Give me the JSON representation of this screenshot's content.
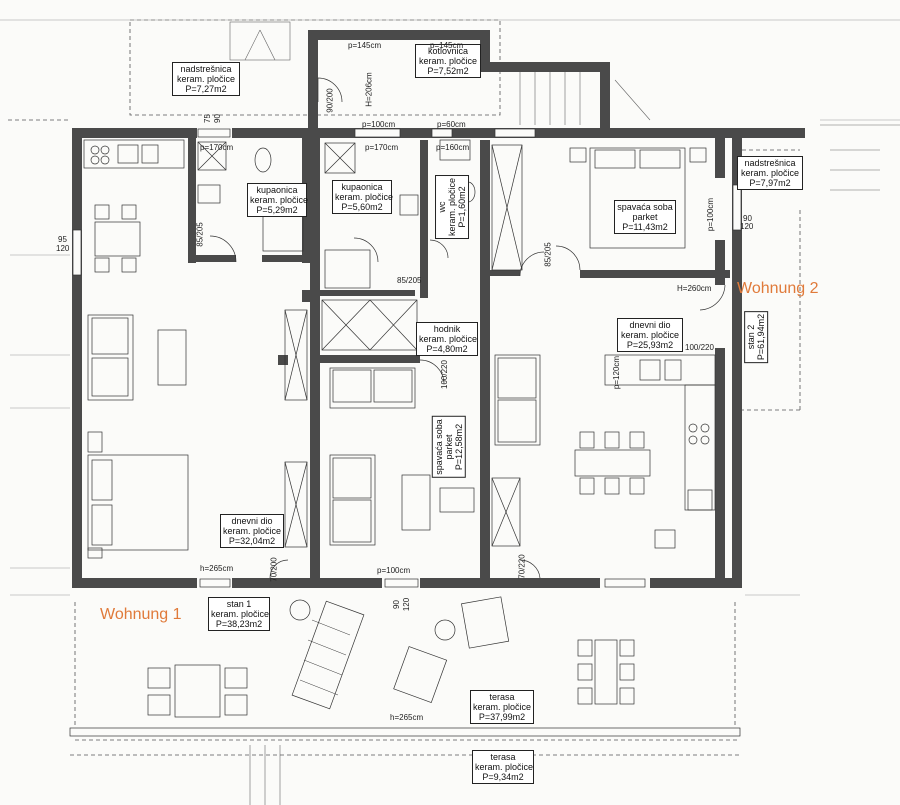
{
  "colors": {
    "wall": "#4a4a4a",
    "line": "#333333",
    "accent": "#e07a3a",
    "paper": "#fbfbf9"
  },
  "rooms": [
    {
      "id": "nadstresnica-left",
      "name": "nadstrešnica",
      "floor": "keram. pločice",
      "area": "P=7,27m2"
    },
    {
      "id": "kotlovnica",
      "name": "kotlovnica",
      "floor": "keram. pločice",
      "area": "P=7,52m2"
    },
    {
      "id": "kupaonica-1",
      "name": "kupaonica",
      "floor": "keram. pločice",
      "area": "P=5,29m2"
    },
    {
      "id": "kupaonica-2",
      "name": "kupaonica",
      "floor": "keram. pločice",
      "area": "P=5,60m2"
    },
    {
      "id": "wc",
      "name": "wc",
      "floor": "keram. pločice",
      "area": "P=1,60m2"
    },
    {
      "id": "spavaca-soba-1",
      "name": "spavaća soba",
      "floor": "parket",
      "area": "P=11,43m2"
    },
    {
      "id": "nadstresnica-right",
      "name": "nadstrešnica",
      "floor": "keram. pločice",
      "area": "P=7,97m2"
    },
    {
      "id": "hodnik",
      "name": "hodnik",
      "floor": "keram. pločice",
      "area": "P=4,80m2"
    },
    {
      "id": "dnevni-dio-2",
      "name": "dnevni dio",
      "floor": "keram. pločice",
      "area": "P=25,93m2"
    },
    {
      "id": "stan-2",
      "name": "stan 2",
      "floor": "",
      "area": "P=61,94m2"
    },
    {
      "id": "spavaca-soba-2",
      "name": "spavaća soba",
      "floor": "parket",
      "area": "P=12,58m2"
    },
    {
      "id": "dnevni-dio-1",
      "name": "dnevni dio",
      "floor": "keram. pločice",
      "area": "P=32,04m2"
    },
    {
      "id": "stan-1",
      "name": "stan 1",
      "floor": "keram. pločice",
      "area": "P=38,23m2"
    },
    {
      "id": "terasa-1",
      "name": "terasa",
      "floor": "keram. pločice",
      "area": "P=37,99m2"
    },
    {
      "id": "terasa-2",
      "name": "terasa",
      "floor": "keram. pločice",
      "area": "P=9,34m2"
    }
  ],
  "apartments": {
    "wohnung1": "Wohnung 1",
    "wohnung2": "Wohnung 2"
  },
  "dims": {
    "h206": "H=206cm",
    "h260": "H=260cm",
    "h265a": "h=265cm",
    "h265b": "h=265cm",
    "p145a": "p=145cm",
    "p145b": "p=145cm",
    "p100a": "p=100cm",
    "p170a": "p=170cm",
    "p170b": "p=170cm",
    "p60": "p=60cm",
    "p160": "p=160cm",
    "p100b": "p=100cm",
    "p100c": "p=100cm",
    "p120": "p=120cm",
    "d90_200": "90/200",
    "d85_205a": "85/205",
    "d85_205b": "85/205",
    "d85_205c": "85/205",
    "d70_200": "70/200",
    "d70_220": "70/220",
    "d100_220a": "100/220",
    "d100_220b": "100/220",
    "w95": "95",
    "w120a": "120",
    "w90": "90",
    "w120b": "120",
    "w90b": "90",
    "w120c": "120",
    "w75": "75",
    "w90c": "90"
  }
}
